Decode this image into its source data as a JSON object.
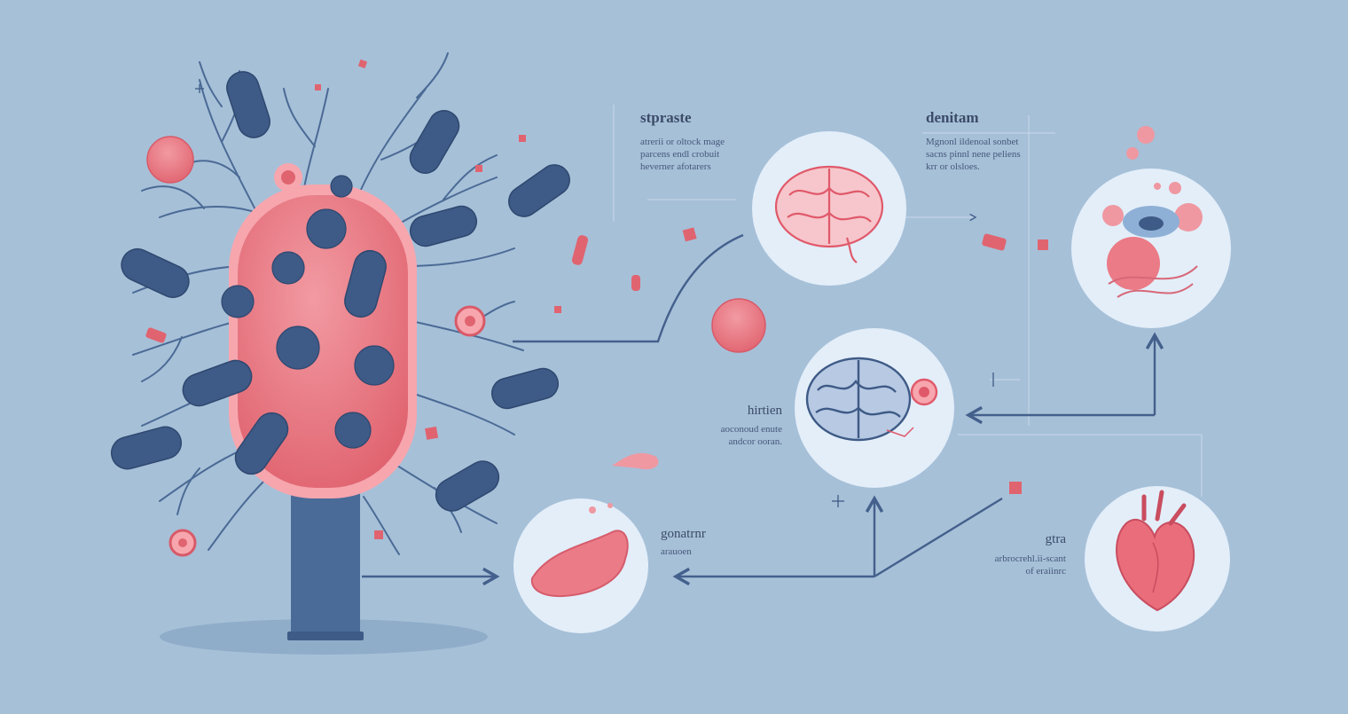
{
  "colors": {
    "background": "#a6c0d8",
    "navy": "#3e5a86",
    "pink": "#e7727e",
    "circle_fill": "#e3eef9",
    "line": "#44608c"
  },
  "labels": {
    "top_left": {
      "title": "stpraste",
      "lines": [
        "atrerii or oltock mage",
        "parcens endl crobuit",
        "heverner afotarers"
      ]
    },
    "top_right": {
      "title": "denitam",
      "lines": [
        "Mgnonl ildenoal sonbet",
        "sacns pinnl nene peliens",
        "krr or olsloes."
      ]
    },
    "middle": {
      "title": "hirtien",
      "lines": [
        "aoconoud enute",
        "andcor ooran."
      ]
    },
    "bottom_center": {
      "title": "gonatrnr",
      "lines": [
        "arauoen"
      ]
    },
    "bottom_right": {
      "title": "gtra",
      "lines": [
        "arbrocrehl.ii-scant",
        "of eraiinrc"
      ]
    }
  },
  "nodes": [
    "gut-source",
    "brain-pink",
    "cells",
    "brain-blue",
    "stomach",
    "heart"
  ]
}
